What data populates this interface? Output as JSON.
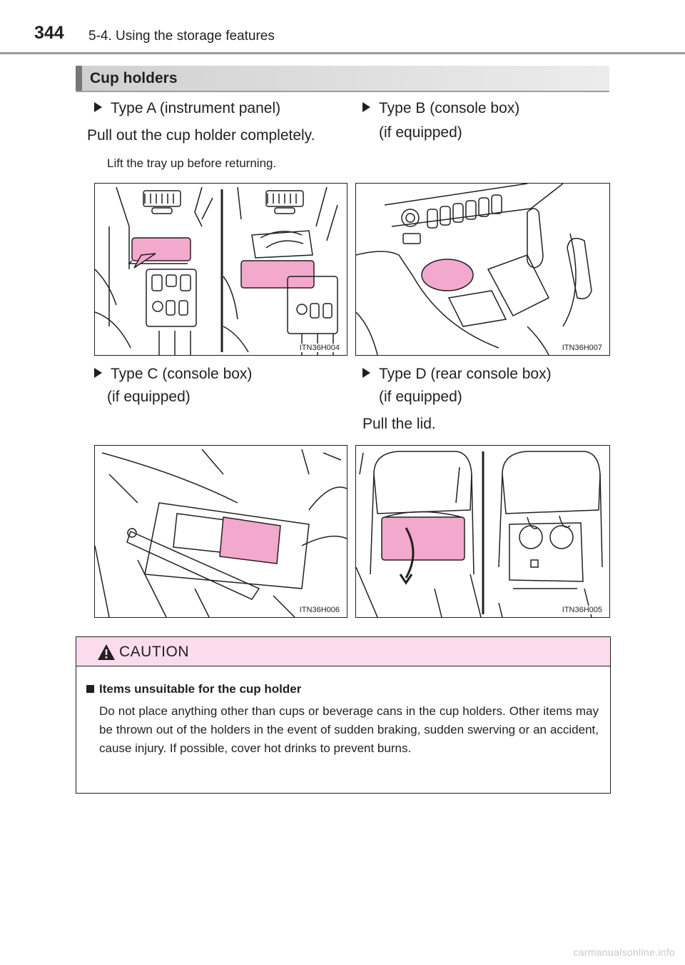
{
  "header": {
    "page_number": "344",
    "chapter": "5-4. Using the storage features"
  },
  "section": {
    "title": "Cup holders"
  },
  "type_a": {
    "label": "Type A (instrument panel)",
    "instruction": "Pull out the cup holder completely.",
    "note": "Lift the tray up before returning."
  },
  "type_b": {
    "label_line1": "Type B (console box)",
    "label_line2": "(if equipped)"
  },
  "type_c": {
    "label_line1": "Type C (console box)",
    "label_line2": "(if equipped)"
  },
  "type_d": {
    "label_line1": "Type D (rear console box)",
    "label_line2": "(if equipped)",
    "instruction": "Pull the lid."
  },
  "figures": {
    "fig_a": "ITN36H004",
    "fig_b": "ITN36H007",
    "fig_c": "ITN36H006",
    "fig_d": "ITN36H005"
  },
  "caution": {
    "title": "CAUTION",
    "item_title": "Items unsuitable for the cup holder",
    "item_text": "Do not place anything other than cups or beverage cans in the cup holders. Other items may be thrown out of the holders in the event of sudden braking, sudden swerving or an accident, cause injury. If possible, cover hot drinks to prevent burns."
  },
  "watermark": "carmanualsonline.info",
  "colors": {
    "highlight_pink": "#f3a8cd",
    "caution_header": "#fbdcef",
    "section_tab": "#767676"
  }
}
